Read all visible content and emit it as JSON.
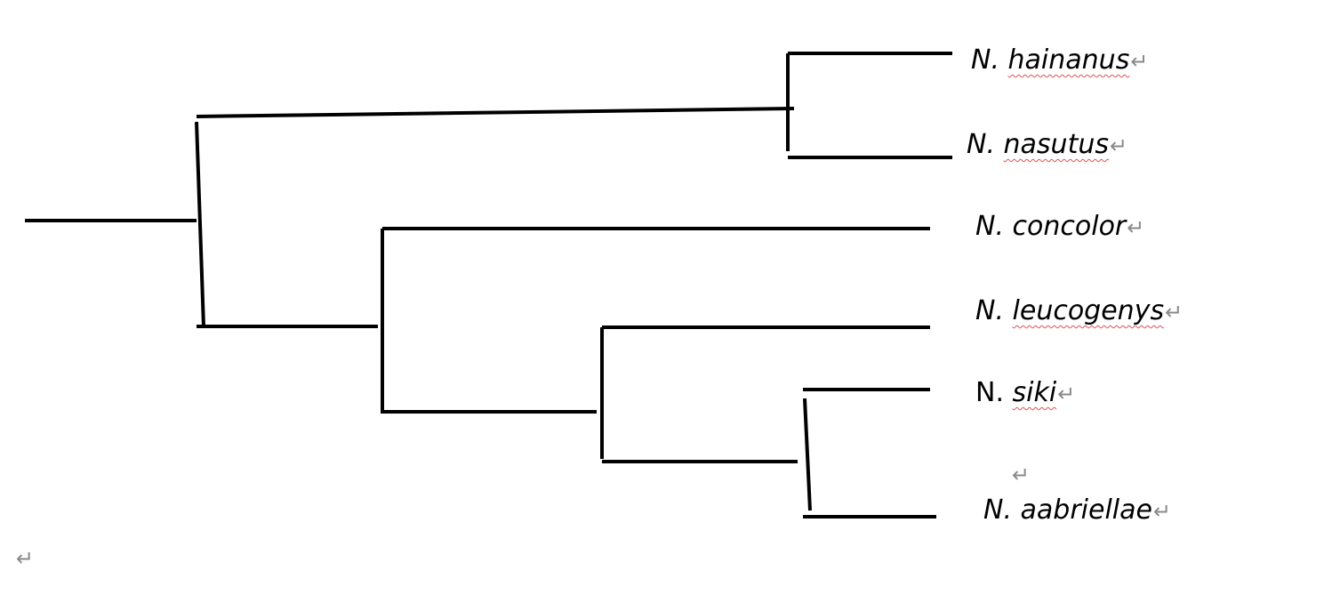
{
  "tree": {
    "leaves": [
      {
        "genus": "N.",
        "species": "hainanus",
        "mark": "↵"
      },
      {
        "genus": "N.",
        "species": "nasutus",
        "mark": "↵"
      },
      {
        "genus": "N.",
        "species": "concolor",
        "mark": "↵"
      },
      {
        "genus": "N.",
        "species": "leucogenys",
        "mark": "↵"
      },
      {
        "genus": "N.",
        "species": "siki",
        "mark": "↵"
      },
      {
        "genus": "N.",
        "species": "aabriellae",
        "mark": "↵"
      }
    ],
    "empty_paragraph_mark": "↵",
    "trailing_paragraph_mark": "↵"
  },
  "colors": {
    "branch": "#000000",
    "paragraph_mark": "#8a8a8a",
    "spellcheck_underline": "#e05050"
  }
}
